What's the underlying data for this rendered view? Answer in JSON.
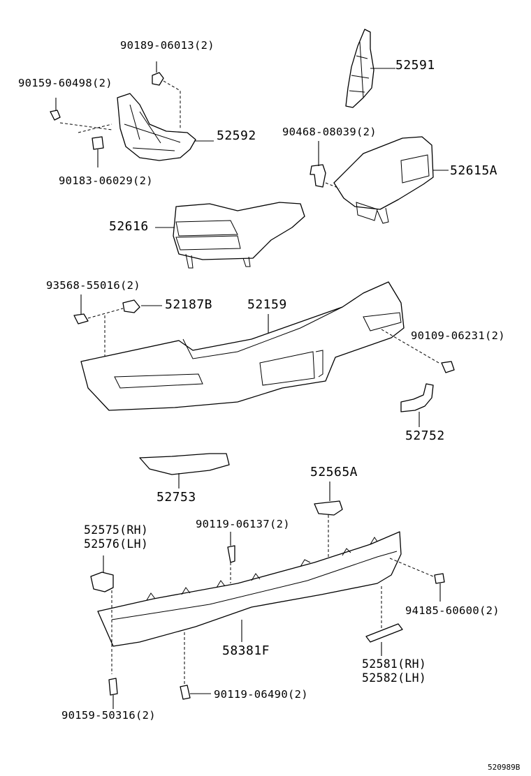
{
  "labels": {
    "p90189": "90189-06013(2)",
    "p90159a": "90159-60498(2)",
    "p90183": "90183-06029(2)",
    "p52592": "52592",
    "p52591": "52591",
    "p90468": "90468-08039(2)",
    "p52615A": "52615A",
    "p52616": "52616",
    "p93568": "93568-55016(2)",
    "p52187B": "52187B",
    "p52159": "52159",
    "p90109": "90109-06231(2)",
    "p52752": "52752",
    "p52753": "52753",
    "p52565A": "52565A",
    "p52575": "52575(RH)",
    "p52576": "52576(LH)",
    "p90119a": "90119-06137(2)",
    "p94185": "94185-60600(2)",
    "p58381F": "58381F",
    "p52581": "52581(RH)",
    "p52582": "52582(LH)",
    "p90119b": "90119-06490(2)",
    "p90159b": "90159-50316(2)",
    "diagram_id": "520989B"
  }
}
